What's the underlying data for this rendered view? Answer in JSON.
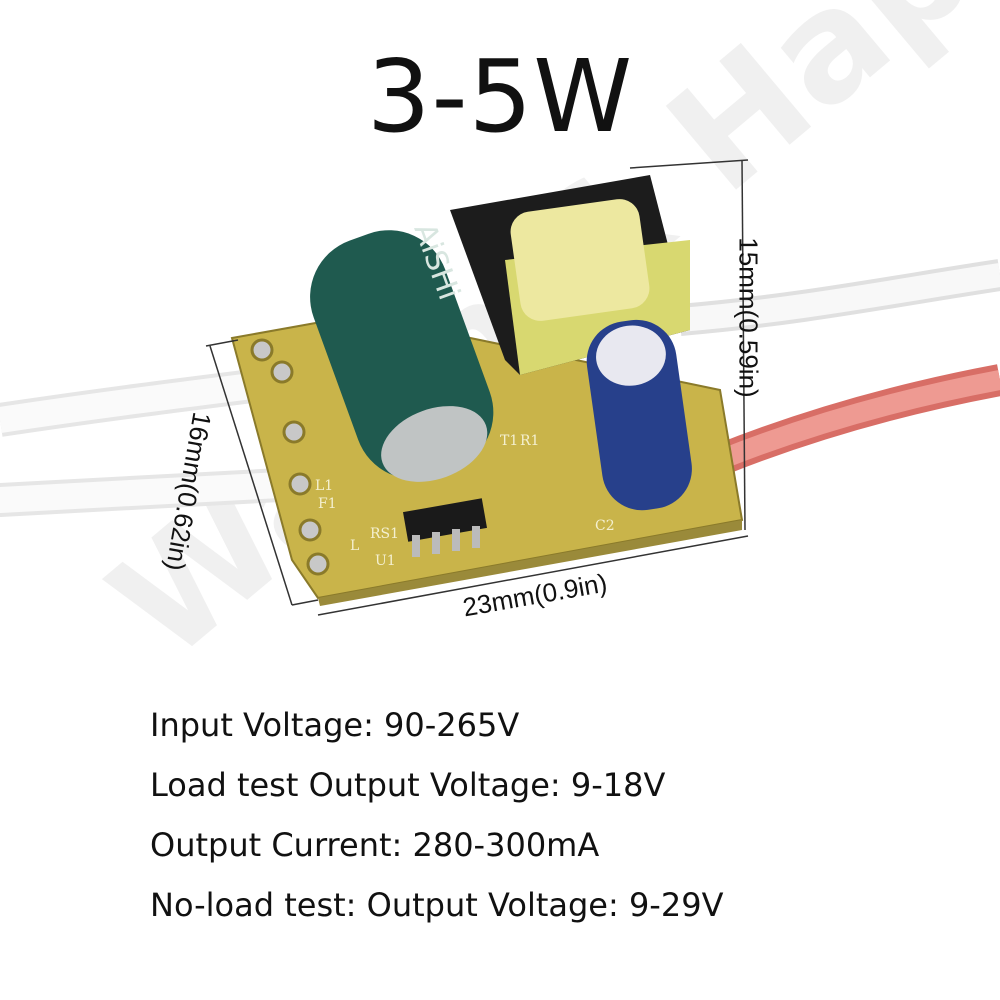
{
  "title": "3-5W",
  "dimensions": {
    "height": "15mm(0.59in)",
    "depth": "16mm(0.62in)",
    "width": "23mm(0.9in)"
  },
  "board": {
    "capacitor_brand": "AiSHi",
    "labels": [
      "L1",
      "F1",
      "RS1",
      "U1",
      "T1",
      "R1",
      "C2",
      "L"
    ]
  },
  "specs": [
    "Input Voltage: 90-265V",
    "Load test Output Voltage: 9-18V",
    "Output Current: 280-300mA",
    "No-load test: Output Voltage: 9-29V"
  ],
  "watermark": "Warm & Happy",
  "colors": {
    "pcb": "#c9b44a",
    "big_cap": "#1f5a4f",
    "small_cap": "#27408b",
    "coil": "#e6e29a",
    "red_wire": "#e8827a"
  }
}
